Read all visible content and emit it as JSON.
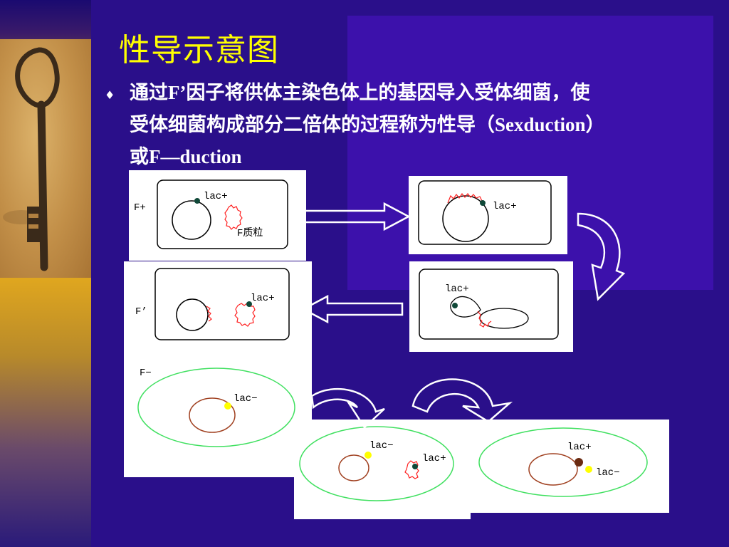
{
  "slide": {
    "title": "性导示意图",
    "bullet_symbol": "♦",
    "body": {
      "line1_a": "通过",
      "line1_b": "F’",
      "line1_c": "因子将供体主染色体上的基因导入受体细菌，使",
      "line2_a": "受体细菌构成部分二倍体的过程称为性导（",
      "line2_b": "Sexduction",
      "line2_c": "）",
      "line3_a": "或",
      "line3_b": "F—duction"
    }
  },
  "diagram": {
    "panel1": {
      "strain": "F+",
      "gene": "lac+",
      "plasmid": "F质粒"
    },
    "panel2": {
      "gene": "lac+"
    },
    "panel3": {
      "gene": "lac+"
    },
    "panel4": {
      "strain": "F’",
      "gene": "lac+"
    },
    "panel5": {
      "strain": "F−",
      "gene": "lac−"
    },
    "panel6": {
      "gene_a": "lac−",
      "gene_b": "lac+"
    },
    "panel7": {
      "gene_a": "lac+",
      "gene_b": "lac−"
    },
    "colors": {
      "chromosome": "#a04020",
      "fragment": "#ff2020",
      "cell_outline": "#40e060",
      "lac_plus_dot": "#104838",
      "lac_minus_dot": "#ffff00"
    }
  }
}
